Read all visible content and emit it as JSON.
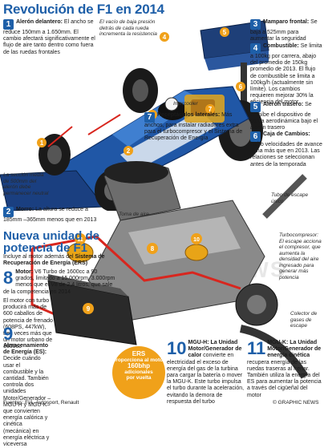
{
  "title": "Revolución de F1 en 2014",
  "engine_title": "Nueva unidad de potencia de F1",
  "engine_intro_a": "Incluye al motor además del ",
  "engine_intro_b": "Sistema de Recuperación de Energía (ERS)",
  "watermark": "GRAPHIC NEWS",
  "footer": "Fuentes: FIA, Autosport, Renault",
  "copyright": "© GRAPHIC NEWS",
  "items": {
    "n1": {
      "num": "1",
      "head": "Alerón delantero:",
      "text": "El ancho se reduce 150mm a 1.650mm. El cambio afectará significativamente el flujo de aire tanto dentro como fuera de las ruedas frontales"
    },
    "n2": {
      "num": "2",
      "head": "Morro:",
      "text": "La altura se reduce a 185mm –365mm menos que en 2013"
    },
    "n3": {
      "num": "3",
      "head": "Mamparo frontal:",
      "text": "Se baja a 525mm para aumentar la seguridad"
    },
    "n4": {
      "num": "4",
      "head": "Combustible:",
      "text": "Se limita a 100kg por carrera, abajo del promedio de 150kg promedio de 2013. El flujo de combustible se limita a 100kg/h (actualmente sin límite). Los cambios requieren mejorar 30% la eficiencia del motor"
    },
    "n5": {
      "num": "5",
      "head": "Alerón trasero:",
      "text": "Se prohíbe el dispositivo de carga aerodinámica bajo el alerón trasero"
    },
    "n6": {
      "num": "6",
      "head": "Caja de Cambios:",
      "text": "Ocho velocidades de avance –una más que en 2013. Las relaciones se seleccionan antes de la temporada"
    },
    "n7": {
      "num": "7",
      "head": "Receptáculos laterales:",
      "text": "Más anchos, para instalar radiadores extra para el turbocompresor y el Sistema de Recuperación de Energía"
    },
    "n8": {
      "num": "8",
      "head": "Motor:",
      "text": "V6 Turbo de 1600cc a 90 grados, limitado a 15.000rpm, 3.000rpm menos que el V8 de 2,4 litros, que sale de la competencia en 2014"
    },
    "n8b": {
      "text": "El motor con turbo producirá más de 600 caballos de potencia de frenado (608PS, 447kW), tres veces más que un motor urbano de 1600cc"
    },
    "n9": {
      "num": "9",
      "head": "Almacenamiento de Energía (ES):",
      "text": "Decide cuándo usar el combustible y la cantidad. También controla dos unidades Motor/Generador –MGU-H y MGU-K– que convierten energía calórica y cinética (mecánica) en energía eléctrica y viceversa"
    },
    "n10": {
      "num": "10",
      "head": "MGU-H: La Unidad Motor/Generador de calor",
      "text": "convierte en electricidad el exceso de energía del gas de la turbina para cargar la batería o mover la MGU-K. Este turbo impulsa el turbo durante la aceleración, evitando la demora de respuesta del turbo"
    },
    "n11": {
      "num": "11",
      "head": "MGU-K: La Unidad Motor/Generador de energía cinética",
      "text": "recupera energía de las ruedas traseras al frenar. También utiliza la energía del ES para aumentar la potencia a través del cigüeñal del motor"
    }
  },
  "captions": {
    "vacuum": "El vacío de baja presión detrás de cada rueda incrementa la resistencia",
    "intercooler": "Intercooler",
    "nose_section": "La sección media de 500mm del alerón debe permanecer neutral",
    "air_intake": "Toma de aire",
    "exhaust": "Tubo de escape único",
    "turbo": "Turbocompresor: El escape acciona el compresor, que aumenta la densidad del aire ingresado para generar más potencia",
    "collector": "Colector de gases de escape"
  },
  "ers": {
    "line1": "ERS",
    "line2": "proporciona al motor",
    "line3": "160bhp",
    "line4": "adicionales",
    "line5": "por vuelta"
  },
  "colors": {
    "accent": "#1e5fa8",
    "orange": "#f0a11a",
    "red": "#d8261e"
  }
}
